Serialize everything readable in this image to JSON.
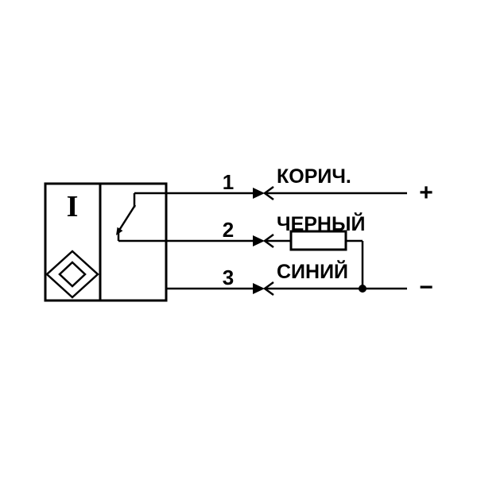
{
  "diagram": {
    "type": "sensor-wiring-schematic",
    "sensor": {
      "label": "I"
    },
    "wires": [
      {
        "pin": "1",
        "color_label": "КОРИЧ.",
        "terminal": "+"
      },
      {
        "pin": "2",
        "color_label": "ЧЕРНЫЙ",
        "terminal": ""
      },
      {
        "pin": "3",
        "color_label": "СИНИЙ",
        "terminal": "−"
      }
    ],
    "colors": {
      "line": "#000000",
      "background": "#ffffff"
    }
  }
}
